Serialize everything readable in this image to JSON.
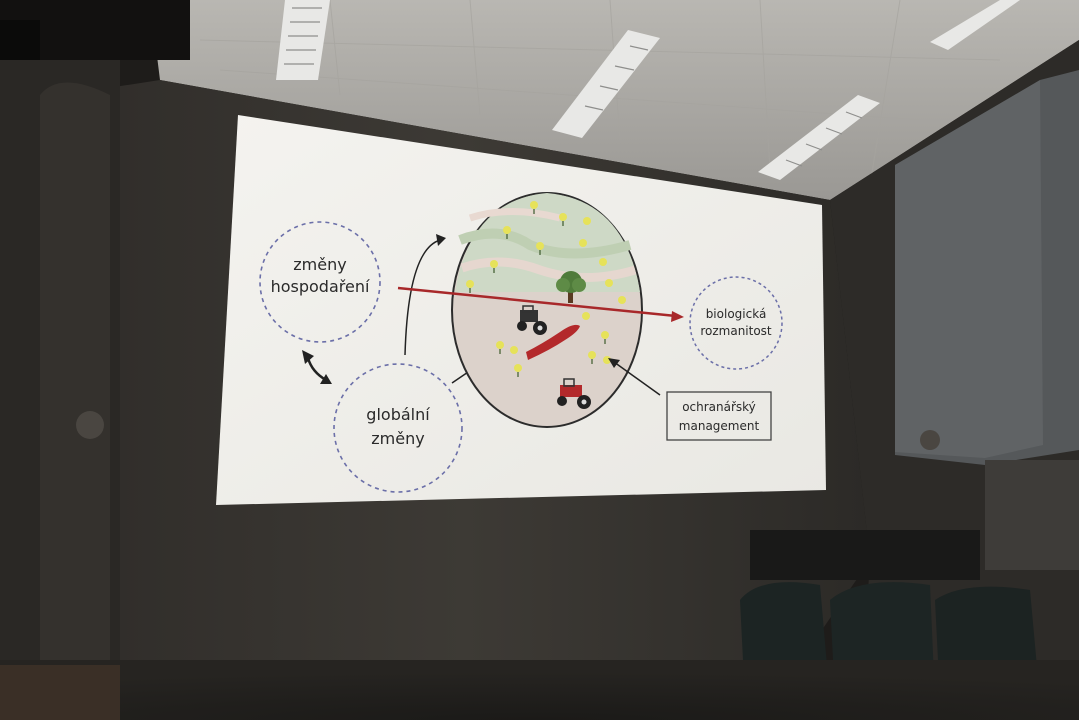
{
  "slide": {
    "left_circle_top": [
      "změny",
      "hospodaření"
    ],
    "left_circle_bottom": [
      "globální",
      "změny"
    ],
    "right_circle": [
      "biologická",
      "rozmanitost"
    ],
    "callout_box": [
      "ochranářský",
      "management"
    ]
  },
  "colors": {
    "screen": "#f2f1ed",
    "wall": "#3a3733",
    "ceiling": "#c9c7c2",
    "circle_dash": "#6b6fa8",
    "red_arrow": "#a8282a",
    "field_fill": "#d9cfc8",
    "upper_field": "#cdd8c4"
  },
  "icons": [
    "tractor-icon",
    "tractor-icon",
    "tree-icon",
    "flower-icon"
  ]
}
